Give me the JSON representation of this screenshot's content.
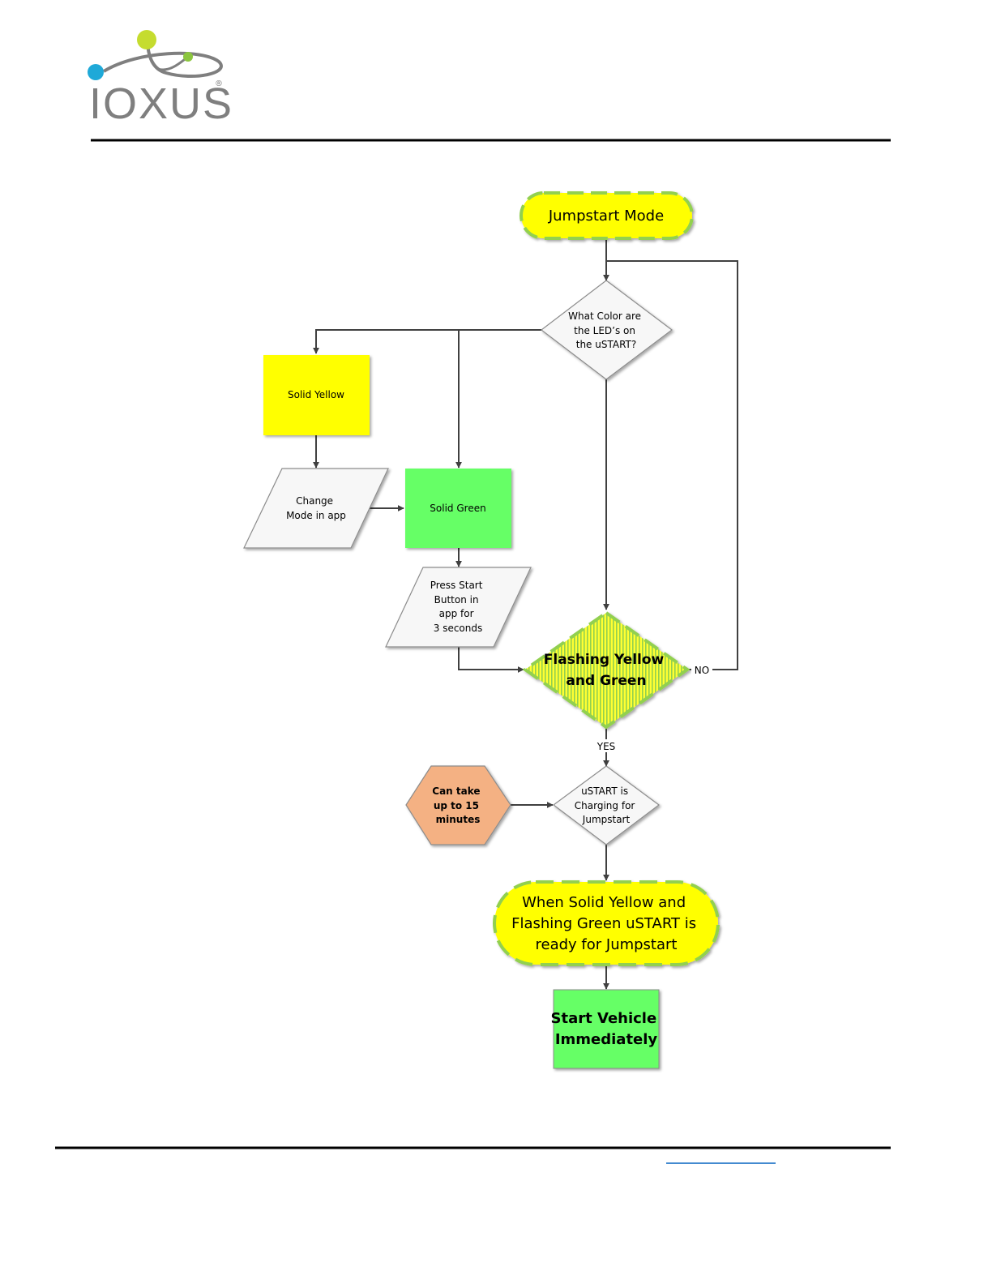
{
  "header": {
    "logo_text": "IOXUS",
    "registered_mark": "®"
  },
  "flowchart": {
    "start": {
      "label": "Jumpstart Mode",
      "fill": "#ffff00",
      "border": "#92d050"
    },
    "question": {
      "lines": [
        "What Color are",
        "the LED’s on",
        "the uSTART?"
      ]
    },
    "solid_yellow": {
      "label": "Solid Yellow",
      "fill": "#ffff00"
    },
    "change_mode": {
      "lines": [
        "Change",
        "Mode in app"
      ]
    },
    "solid_green": {
      "label": "Solid Green",
      "fill": "#66ff66"
    },
    "press_start": {
      "lines": [
        "Press Start",
        "Button in",
        "app for",
        "3 seconds"
      ]
    },
    "flashing": {
      "lines": [
        "Flashing Yellow",
        "and Green"
      ]
    },
    "no_label": "NO",
    "yes_label": "YES",
    "charging": {
      "lines": [
        "uSTART is",
        "Charging for",
        "Jumpstart"
      ]
    },
    "time_note": {
      "lines": [
        "Can take",
        "up to 15",
        "minutes"
      ],
      "fill": "#f4b183"
    },
    "ready": {
      "lines": [
        "When Solid Yellow and",
        "Flashing Green uSTART is",
        "ready for Jumpstart"
      ],
      "fill": "#ffff00",
      "border": "#92d050"
    },
    "start_vehicle": {
      "lines": [
        "Start Vehicle",
        "Immediately"
      ],
      "fill": "#66ff66"
    }
  }
}
